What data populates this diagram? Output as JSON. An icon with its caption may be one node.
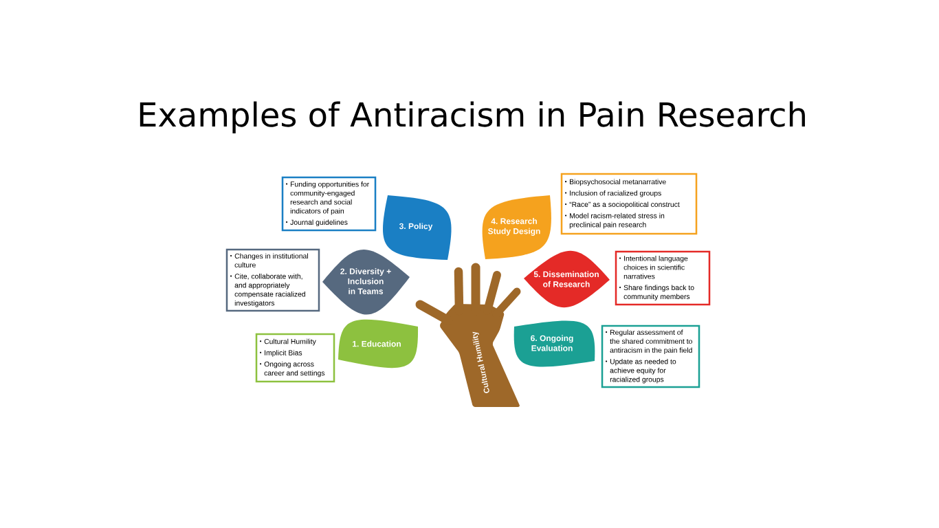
{
  "diagram": {
    "title": "Examples of Antiracism in Pain Research",
    "nodes": [
      {
        "text": [
          "Funding opportunities for community-engaged research and social indicators of pain",
          "Journal guidelines"
        ]
      },
      {
        "text": [
          "3. Policy"
        ]
      },
      {
        "text": [
          "4. Research Study Design"
        ]
      },
      {
        "text": [
          "Biopsychosocial metanarrative",
          "Inclusion of racialized groups",
          "“Race” as a sociopolitical construct",
          "Model racism-related stress in preclinical pain research"
        ]
      },
      {
        "text": [
          "Changes in institutional culture",
          "Cite, collaborate with, and appropriately compensate racialized investigators"
        ]
      },
      {
        "text": [
          "2. Diversity + Inclusion in Teams"
        ]
      },
      {
        "text": [
          "5. Dissemination of Research"
        ]
      },
      {
        "text": [
          "Intentional language choices in scientific narratives",
          "Share findings back to community members"
        ]
      },
      {
        "text": [
          "Cultural Humility",
          "Implicit Bias",
          "Ongoing across career and settings"
        ]
      },
      {
        "text": [
          "1. Education"
        ]
      },
      {
        "text": [
          "Cultural Humility"
        ]
      },
      {
        "text": [
          "6. Ongoing Evaluation"
        ]
      },
      {
        "text": [
          "Regular assessment of the shared commitment to antiracism in the pain field",
          "Update as needed to achieve equity for racialized groups"
        ]
      }
    ]
  }
}
